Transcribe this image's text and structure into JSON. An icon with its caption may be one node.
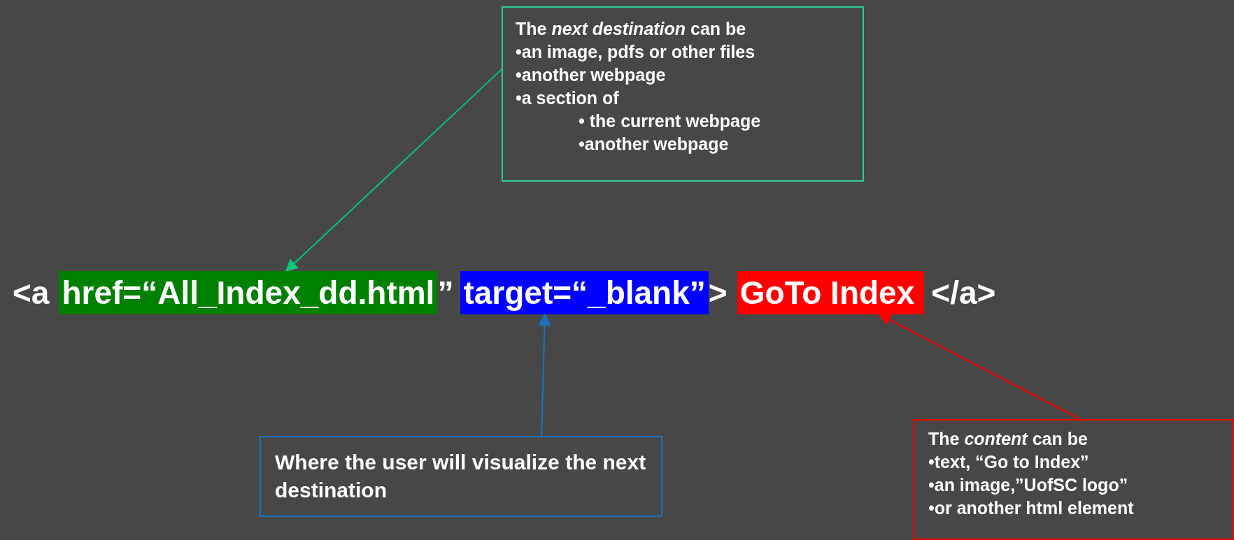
{
  "diagram": {
    "nodes": [
      {
        "text": [
          "The *next destination* can be",
          "•an image, pdfs or other files",
          "•another webpage",
          "•a section of",
          "• the current webpage",
          "•another webpage"
        ]
      },
      {
        "text": [
          "href=“All_Index_dd.html"
        ]
      },
      {
        "text": [
          "target=“_blank”"
        ]
      },
      {
        "text": [
          "GoTo Index"
        ]
      },
      {
        "text": [
          "Where the user will visualize the next destination"
        ]
      },
      {
        "text": [
          "The *content* can be",
          "•text, “Go to Index”",
          "•an image,”UofSC logo”",
          "•or another html element"
        ]
      }
    ],
    "edges": [
      {
        "from": 0,
        "to": 1,
        "arrow": "to",
        "color": "#00c87a"
      },
      {
        "from": 4,
        "to": 2,
        "arrow": "to",
        "color": "#1a72c4"
      },
      {
        "from": 5,
        "to": 3,
        "arrow": "to",
        "color": "#ff0000"
      }
    ],
    "labels": [
      "<a",
      "”",
      ">",
      "</a>"
    ]
  }
}
